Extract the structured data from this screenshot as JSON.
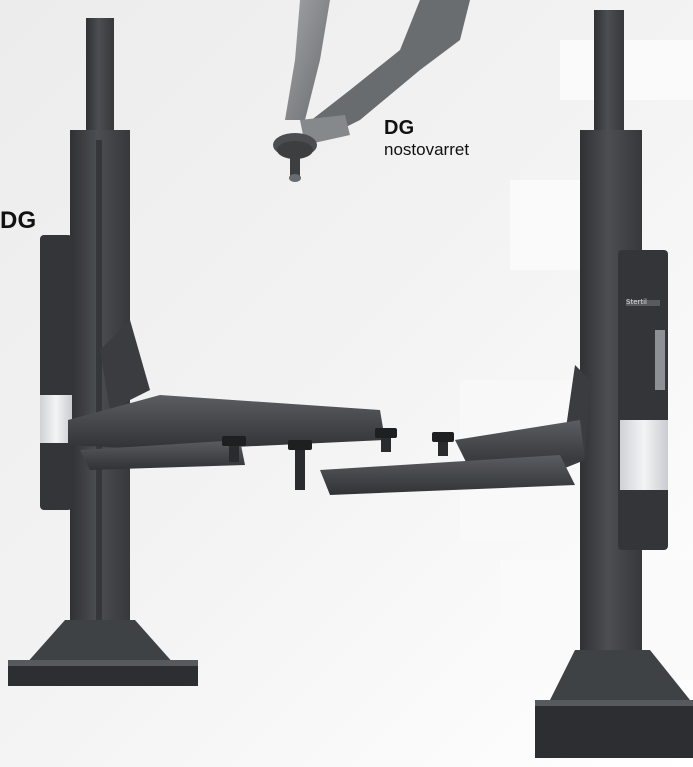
{
  "labels": {
    "arms": {
      "title": "DG",
      "subtitle": "nostovarret"
    },
    "left": {
      "title": "DG"
    }
  },
  "brand_plate": "Stertil",
  "colors": {
    "steel_dark": "#3b3d40",
    "steel_mid": "#4d5054",
    "steel_light": "#6a6e73",
    "panel_light": "#e8eaec",
    "rubber": "#1e1f21",
    "background": "#f0f0f0"
  }
}
